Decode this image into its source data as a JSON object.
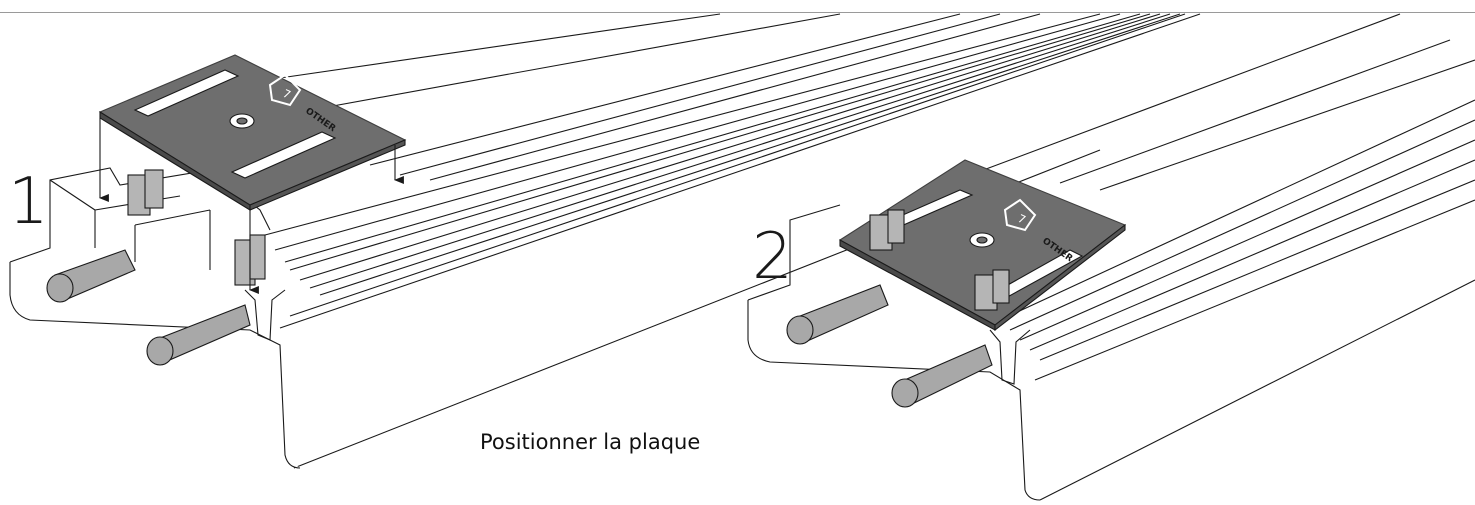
{
  "steps": [
    {
      "number": "1"
    },
    {
      "number": "2"
    }
  ],
  "caption": "Positionner la plaque",
  "plate_marking": {
    "recycle_code": "7",
    "material": "OTHER"
  },
  "colors": {
    "line": "#1a1a1a",
    "plate_fill": "#6e6e6e",
    "plate_edge": "#3f3f3f",
    "pin_fill": "#a8a8a8",
    "clip_fill": "#b5b5b5",
    "rule": "#9a9a9a",
    "background": "#ffffff"
  }
}
